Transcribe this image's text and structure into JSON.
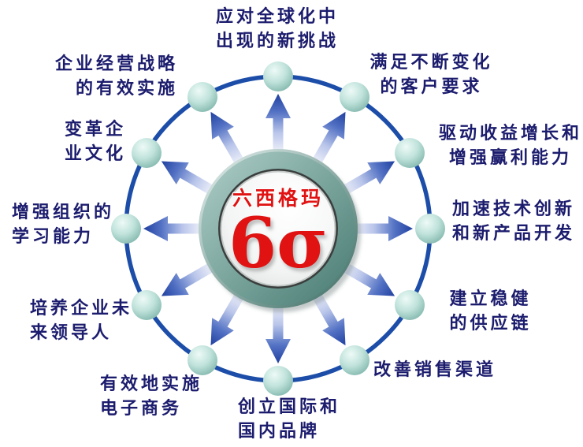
{
  "center": {
    "title": "六西格玛",
    "symbol": "6σ"
  },
  "nodes": [
    {
      "line1": "应对全球化中",
      "line2": "出现的新挑战"
    },
    {
      "line1": "满足不断变化",
      "line2": "的客户要求"
    },
    {
      "line1": "驱动收益增长和",
      "line2": "增强赢利能力"
    },
    {
      "line1": "加速技术创新",
      "line2": "和新产品开发"
    },
    {
      "line1": "建立稳健",
      "line2": "的供应链"
    },
    {
      "line1": "改善销售渠道",
      "line2": ""
    },
    {
      "line1": "创立国际和",
      "line2": "国内品牌"
    },
    {
      "line1": "有效地实施",
      "line2": "电子商务"
    },
    {
      "line1": "培养企业未",
      "line2": "来领导人"
    },
    {
      "line1": "增强组织的",
      "line2": "学习能力"
    },
    {
      "line1": "变革企",
      "line2": "业文化"
    },
    {
      "line1": "企业经营战略",
      "line2": "的有效实施"
    }
  ],
  "colors": {
    "accent_red": "#e01212",
    "label_navy": "#1c1c6e",
    "ring_blue": "#1c4da8",
    "arrow_blue_dark": "#2343a4",
    "arrow_blue_light": "#f0f3fb",
    "sphere_teal": "#9fd0c6",
    "coin_teal_light": "#b0cfc9",
    "coin_teal_dark": "#477a71"
  }
}
